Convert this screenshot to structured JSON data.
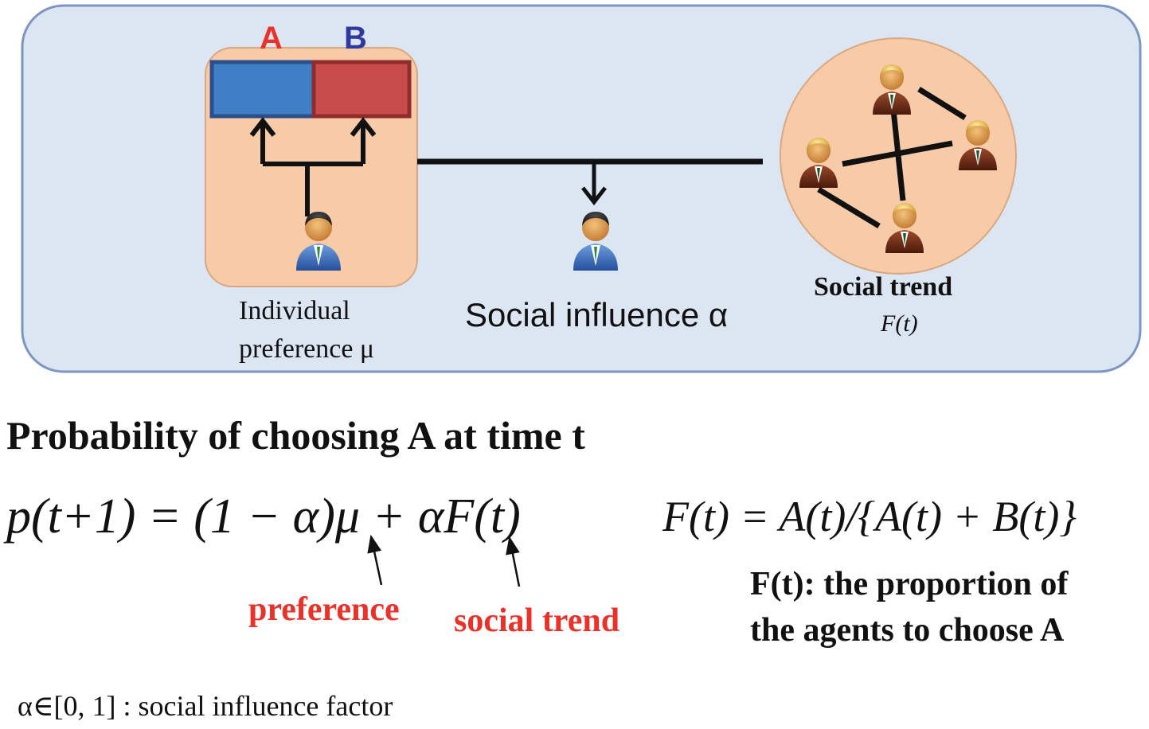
{
  "diagram": {
    "choice_a": "A",
    "choice_b": "B",
    "individual_label_line1": "Individual",
    "individual_label_line2": "preference μ",
    "social_influence_label": "Social influence α",
    "social_trend_label": "Social trend",
    "social_trend_symbol": "F(t)"
  },
  "colors": {
    "panel_fill": "#dce6f3",
    "panel_border": "#7d95c2",
    "preference_box_fill": "#f8cba8",
    "bar_a": "#3f7fc6",
    "bar_b": "#c94c4c",
    "label_a": "#e8322a",
    "label_b": "#2e3a9e",
    "annotation_red": "#e8322a"
  },
  "formula": {
    "heading": "Probability of choosing  A  at time t",
    "main_equation": "p(t+1) = (1 − α)μ + αF(t)",
    "trend_equation": "F(t) = A(t)/{A(t) + B(t)}",
    "annotation_preference": "preference",
    "annotation_social_trend": "social trend",
    "definition_line1": "F(t): the proportion of",
    "definition_line2": "the agents to choose A",
    "alpha_note": "α∈[0, 1]  :  social influence factor"
  }
}
